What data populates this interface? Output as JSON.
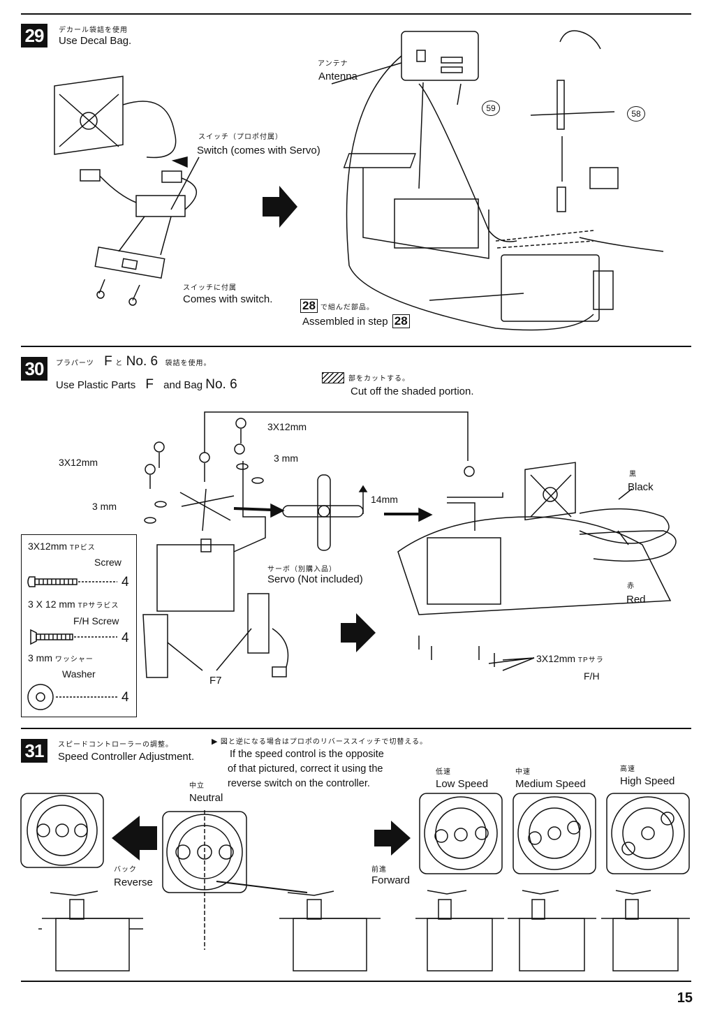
{
  "page_number": "15",
  "steps": [
    {
      "number": "29",
      "jp_title": "デカール袋詰を使用",
      "en_title": "Use Decal Bag.",
      "labels": {
        "antenna_jp": "アンテナ",
        "antenna_en": "Antenna",
        "switch_jp": "スイッチ（プロポ付属）",
        "switch_en": "Switch (comes with Servo)",
        "switch_parts_jp": "スイッチに付属",
        "switch_parts_en": "Comes with switch.",
        "assembled_num": "28",
        "assembled_jp": "で組んだ部品。",
        "assembled_en": "Assembled in step",
        "part_59": "59",
        "part_58": "58"
      }
    },
    {
      "number": "30",
      "jp_title_a": "プラパーツ",
      "parts_letter": "F",
      "jp_and": "と",
      "bag_no": "No. 6",
      "jp_title_b": "袋詰を使用。",
      "en_title_a": "Use Plastic Parts",
      "en_and": "and Bag",
      "cut_jp": "部をカットする。",
      "cut_en": "Cut off the shaded portion.",
      "labels": {
        "screw_top": "3X12mm",
        "screw_left": "3X12mm",
        "washer_top": "3 mm",
        "washer_left": "3 mm",
        "dim": "14mm",
        "servo_jp": "サーボ（別購入品）",
        "servo_en": "Servo (Not included)",
        "f7": "F7",
        "black_jp": "黒",
        "black_en": "Black",
        "red_jp": "赤",
        "red_en": "Red",
        "fh_screw": "3X12mm",
        "fh_screw_jp": "TPサラ",
        "fh_en": "F/H"
      },
      "legend": [
        {
          "spec": "3X12mm",
          "spec_jp": "TPビス",
          "name": "Screw",
          "qty": "4"
        },
        {
          "spec": "3 X 12 mm",
          "spec_jp": "TPサラビス",
          "name": "F/H Screw",
          "qty": "4"
        },
        {
          "spec": "3 mm",
          "spec_jp": "ワッシャー",
          "name": "Washer",
          "qty": "4"
        }
      ]
    },
    {
      "number": "31",
      "jp_title": "スピードコントローラーの調整。",
      "en_title": "Speed Controller Adjustment.",
      "note_jp": "図と逆になる場合はプロポのリバーススイッチで切替える。",
      "note_en": [
        "If the speed control is the opposite",
        "of that pictured, correct it using the",
        "reverse switch on the controller."
      ],
      "neutral_jp": "中立",
      "neutral_en": "Neutral",
      "reverse_jp": "バック",
      "reverse_en": "Reverse",
      "forward_jp": "前進",
      "forward_en": "Forward",
      "speeds": [
        {
          "jp": "低速",
          "en": "Low Speed"
        },
        {
          "jp": "中速",
          "en": "Medium Speed"
        },
        {
          "jp": "高速",
          "en": "High Speed"
        }
      ]
    }
  ]
}
